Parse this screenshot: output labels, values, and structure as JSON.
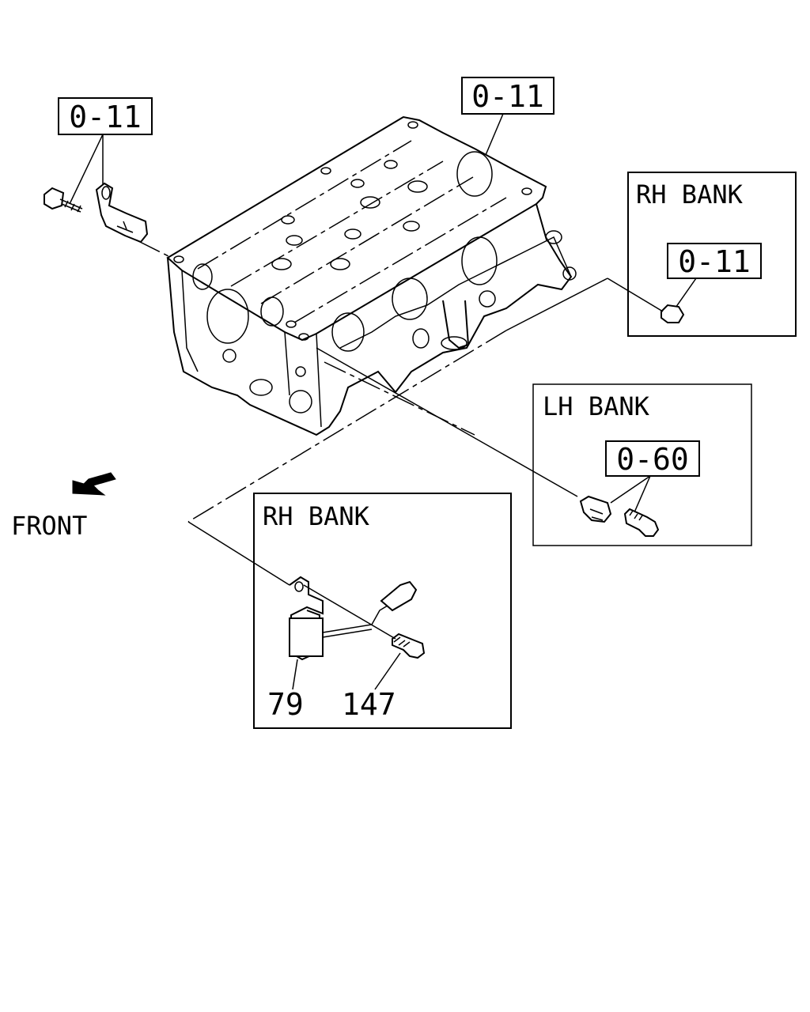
{
  "callouts": {
    "ref_top_left": "0-11",
    "ref_top_center": "0-11",
    "ref_rh_bank_plug": "0-11",
    "ref_lh_bank_sensor": "0-60"
  },
  "panels": {
    "rh_bank_top": {
      "title": "RH BANK"
    },
    "lh_bank": {
      "title": "LH BANK"
    },
    "rh_bank_bottom": {
      "title": "RH BANK"
    }
  },
  "parts": {
    "sensor_number": "79",
    "bolt_number": "147"
  },
  "direction": {
    "label": "FRONT"
  }
}
